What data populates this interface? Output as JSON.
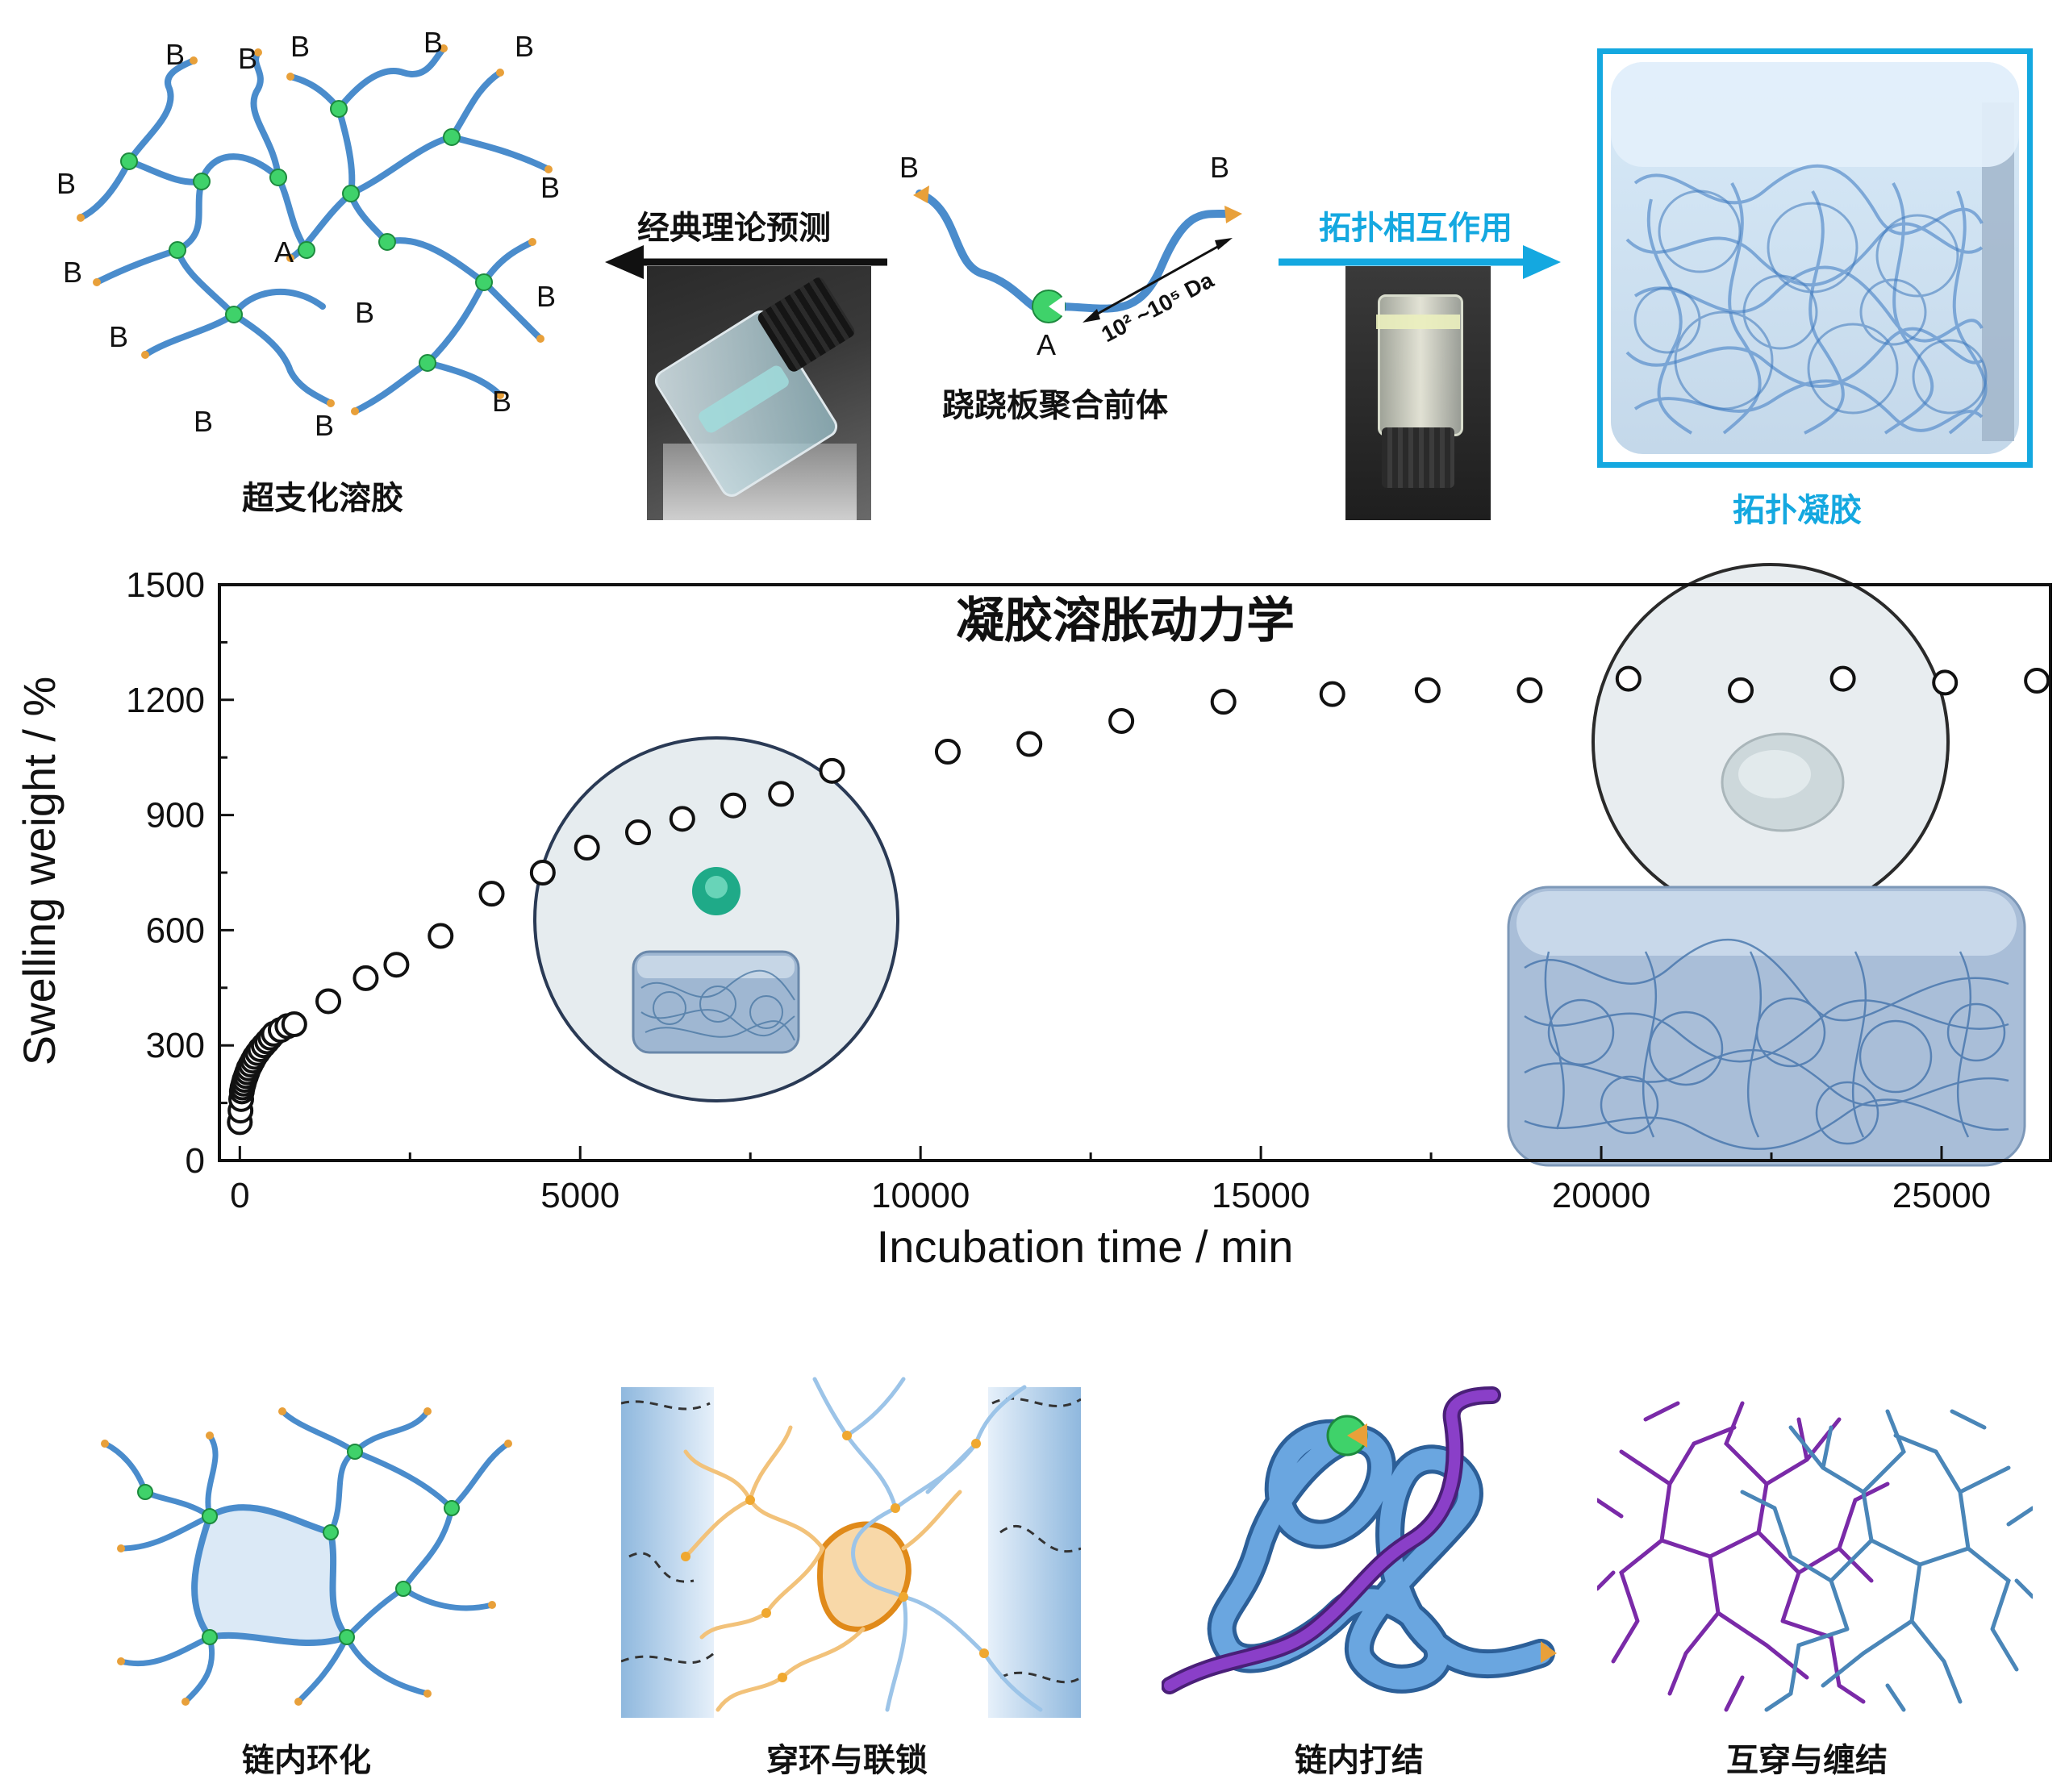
{
  "top": {
    "left_caption": "超支化溶胶",
    "arrow_left_label": "经典理论预测",
    "center_caption": "跷跷板聚合前体",
    "arrow_right_label": "拓扑相互作用",
    "right_caption": "拓扑凝胶",
    "label_A": "A",
    "label_B": "B",
    "mass_range_label": "10² ~10⁵ Da"
  },
  "chart_data": {
    "type": "scatter",
    "title": "凝胶溶胀动力学",
    "xlabel": "Incubation time / min",
    "ylabel": "Swelling weight / %",
    "xlim": [
      -300,
      26600
    ],
    "ylim": [
      0,
      1500
    ],
    "xticks": [
      "0",
      "5000",
      "10000",
      "15000",
      "20000",
      "25000"
    ],
    "yticks": [
      "0",
      "300",
      "600",
      "900",
      "1200",
      "1500"
    ],
    "marker": "open-circle",
    "series": [
      {
        "x": [
          0,
          10,
          20,
          30,
          40,
          55,
          70,
          90,
          110,
          130,
          160,
          190,
          220,
          260,
          300,
          350,
          400,
          450,
          500,
          600,
          700,
          800,
          1300,
          1850,
          2300,
          2950,
          3700,
          4450,
          5100,
          5850,
          6500,
          7250,
          7950,
          8700,
          10400,
          11600,
          12950,
          14450,
          16050,
          17450,
          18950,
          20400,
          22050,
          23550,
          25050,
          26400
        ],
        "y": [
          100,
          130,
          160,
          180,
          190,
          200,
          210,
          220,
          230,
          240,
          250,
          260,
          270,
          280,
          290,
          300,
          310,
          320,
          330,
          340,
          350,
          355,
          415,
          475,
          510,
          585,
          695,
          750,
          815,
          855,
          890,
          925,
          955,
          1015,
          1065,
          1085,
          1145,
          1195,
          1215,
          1225,
          1225,
          1255,
          1225,
          1255,
          1245,
          1250
        ]
      }
    ]
  },
  "bottom": {
    "captions": [
      "链内环化",
      "穿环与联锁",
      "链内打结",
      "互穿与缠结"
    ]
  },
  "colors": {
    "accent_blue": "#14a8e0",
    "chain_blue": "#4a8ccc",
    "node_green": "#3fd26a",
    "end_orange": "#e8a03a",
    "purple": "#7a2aa8"
  }
}
